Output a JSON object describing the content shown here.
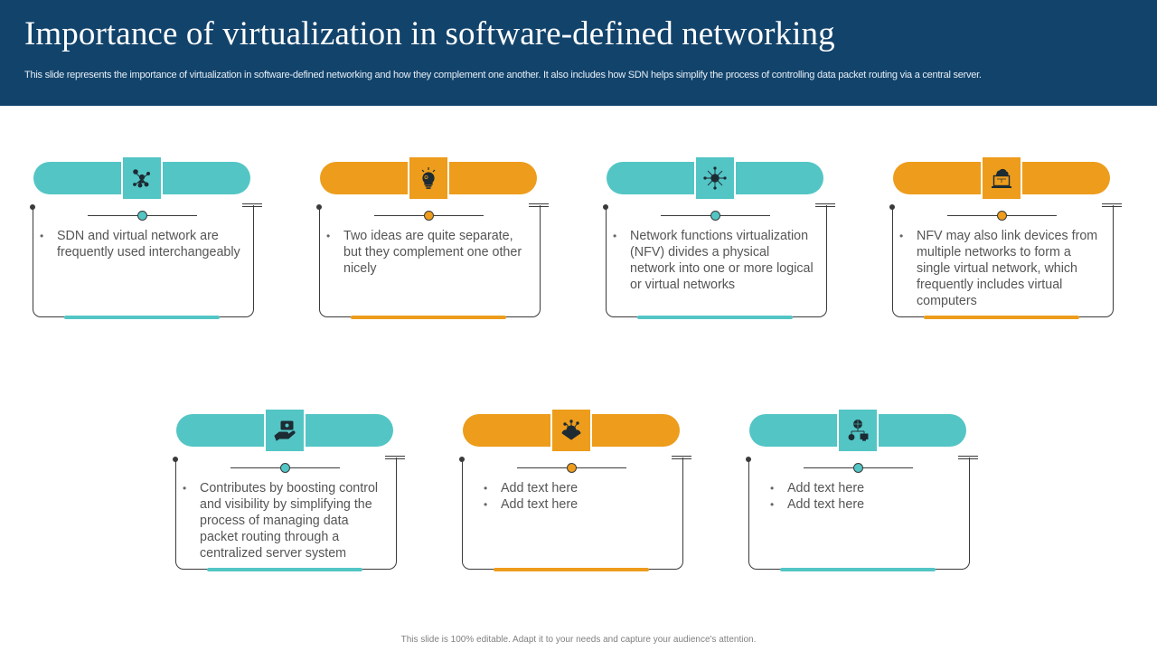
{
  "header": {
    "title": "Importance of virtualization in software-defined networking",
    "subtitle": "This slide represents the importance of virtualization in software-defined networking and how they complement one another. It also includes how SDN helps simplify the process of controlling data packet routing via  a central server."
  },
  "colors": {
    "header_bg": "#12436b",
    "teal": "#53c5c5",
    "orange": "#ed9c1c",
    "line": "#3a3a3a",
    "text": "#555555"
  },
  "cards": [
    {
      "theme": "teal",
      "icon": "network-users-icon",
      "bullets": [
        "SDN and virtual network are frequently used interchangeably"
      ]
    },
    {
      "theme": "orange",
      "icon": "lightbulb-icon",
      "bullets": [
        "Two ideas are quite separate, but they complement one other nicely"
      ]
    },
    {
      "theme": "teal",
      "icon": "network-hub-icon",
      "bullets": [
        "Network functions virtualization (NFV) divides a physical network into one or more logical or virtual networks"
      ]
    },
    {
      "theme": "orange",
      "icon": "cloud-laptop-icon",
      "bullets": [
        "NFV may also link devices from multiple networks to form a single virtual network, which frequently includes virtual computers"
      ]
    },
    {
      "theme": "teal",
      "icon": "hand-money-icon",
      "bullets": [
        "Contributes by boosting control and visibility by simplifying the process of managing data packet routing through a centralized server system"
      ]
    },
    {
      "theme": "orange",
      "icon": "cloud-circuit-icon",
      "bullets": [
        "Add text here",
        "Add text here"
      ]
    },
    {
      "theme": "teal",
      "icon": "globe-network-icon",
      "bullets": [
        "Add text here",
        "Add text here"
      ]
    }
  ],
  "footer": {
    "text": "This slide is 100% editable.  Adapt it to your needs and capture your audience's attention."
  }
}
